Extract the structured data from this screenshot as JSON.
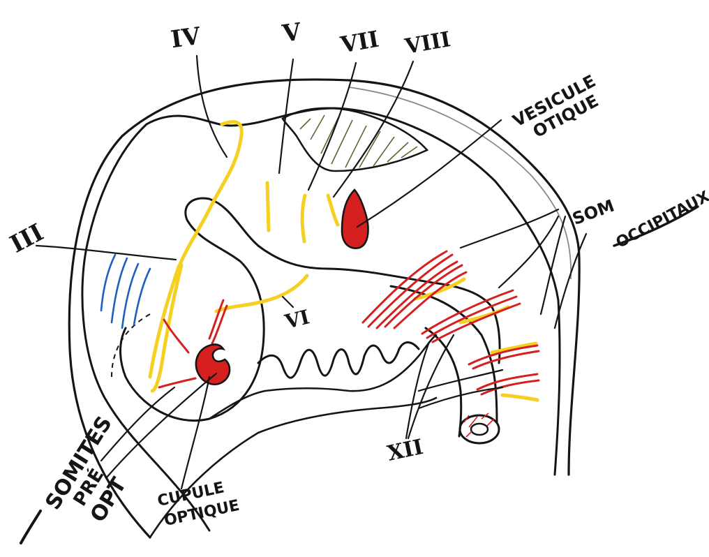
{
  "diagram": {
    "nerves": {
      "iv": "IV",
      "v": "V",
      "vii": "VII",
      "viii": "VIII",
      "iii": "III",
      "vi": "VI",
      "xii": "XII"
    },
    "labels": {
      "vesicule_l1": "VESICULE",
      "vesicule_l2": "OTIQUE",
      "som_l1": "SOM",
      "som_l2": "OCCIPITAUX",
      "somites_l1": "SOMITES",
      "somites_l2": "PRÉ",
      "somites_l3": "OPT",
      "cupule_l1": "CUPULE",
      "cupule_l2": "OPTIQUE"
    },
    "colors": {
      "ink": "#151515",
      "yellow": "#f5d020",
      "red": "#d61f1f",
      "blue": "#1e5fbf",
      "green_hatch": "#556b2f",
      "gray": "#8a8a8a"
    }
  }
}
